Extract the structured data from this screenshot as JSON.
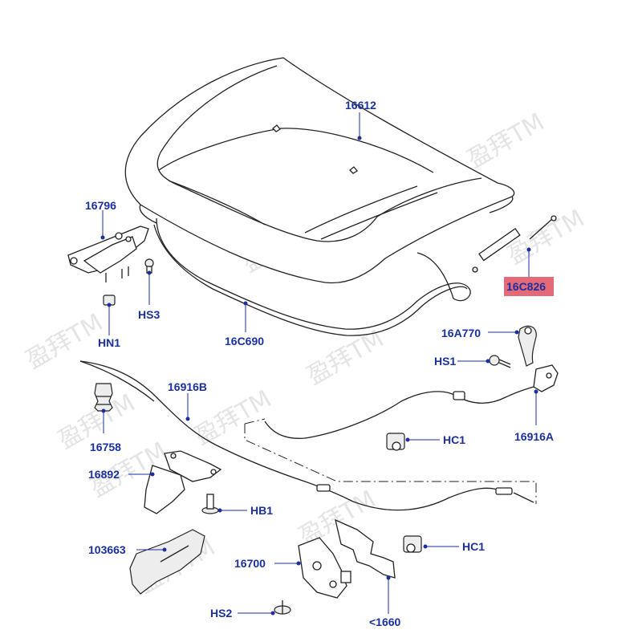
{
  "labels": {
    "hood": "16612",
    "hinge": "16796",
    "screw_hs3": "HS3",
    "nut_hn1": "HN1",
    "seal": "16C690",
    "gas_strut": "16C826",
    "handle": "16A770",
    "bolt_hs1": "HS1",
    "cable_b": "16916B",
    "cable_a": "16916A",
    "bumper": "16758",
    "clip_hc1_upper": "HC1",
    "latch_bracket": "16892",
    "bolt_hb1": "HB1",
    "shield": "103663",
    "latch": "16700",
    "plate": "<1660",
    "clip_hc1_lower": "HC1",
    "bolt_hs2": "HS2"
  },
  "highlight": {
    "part": "16C826",
    "color": "#e46a78"
  },
  "label_color": "#1a2fa0",
  "watermark": {
    "text": "盈拜TM"
  }
}
